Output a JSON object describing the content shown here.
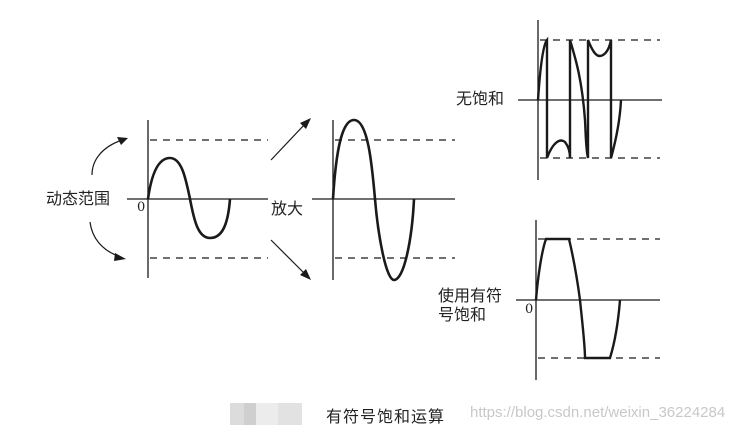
{
  "diagram": {
    "title": "有符号饱和运算",
    "labels": {
      "dynamic_range": "动态范围",
      "amplify": "放大",
      "no_saturation": "无饱和",
      "signed_saturation_line1": "使用有符",
      "signed_saturation_line2": "号饱和",
      "origin_left": "0",
      "origin_bottom_right": "0"
    },
    "watermark": "https://blog.csdn.net/weixin_36224284",
    "panels": [
      {
        "name": "original-signal",
        "description": "sine wave within dynamic range limits"
      },
      {
        "name": "amplified-signal",
        "description": "amplified sine wave exceeding limits"
      },
      {
        "name": "no-saturation",
        "description": "wrap-around overflow waveform"
      },
      {
        "name": "signed-saturation",
        "description": "clipped waveform at limits"
      }
    ],
    "colors": {
      "line": "#1a1a1a",
      "background": "#ffffff",
      "watermark": "#c8c8c8"
    }
  }
}
